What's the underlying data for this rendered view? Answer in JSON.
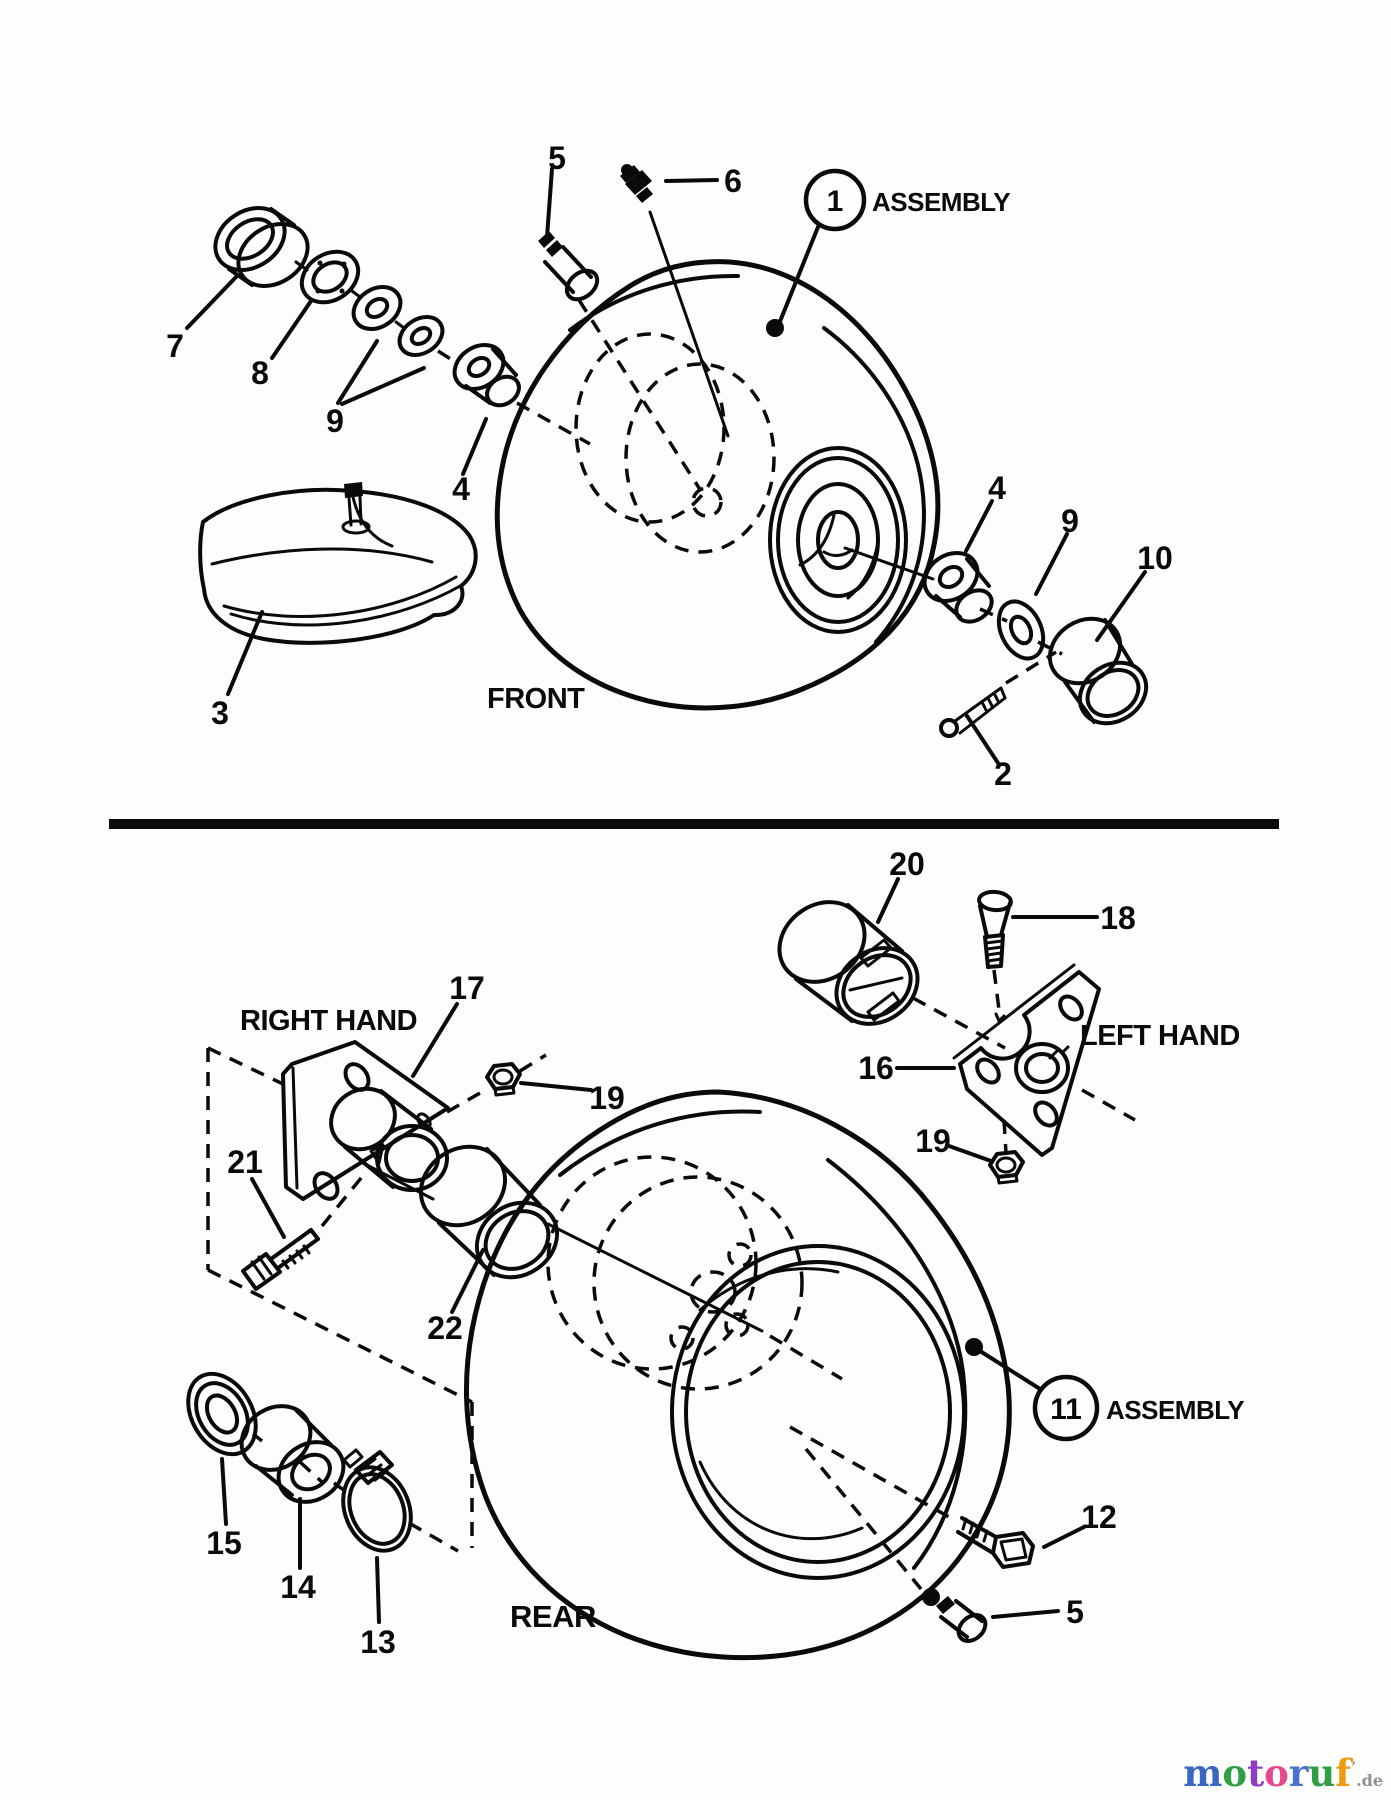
{
  "front_section": {
    "section_label": "FRONT",
    "assembly": {
      "number": "1",
      "label": "ASSEMBLY"
    },
    "parts": {
      "p2": "2",
      "p3": "3",
      "p4_left": "4",
      "p4_right": "4",
      "p5": "5",
      "p6": "6",
      "p7": "7",
      "p8": "8",
      "p9_left": "9",
      "p9_right": "9",
      "p10": "10"
    }
  },
  "rear_section": {
    "section_label": "REAR",
    "right_hand_label": "RIGHT HAND",
    "left_hand_label": "LEFT HAND",
    "assembly": {
      "number": "11",
      "label": "ASSEMBLY"
    },
    "parts": {
      "p5": "5",
      "p12": "12",
      "p13": "13",
      "p14": "14",
      "p15": "15",
      "p16": "16",
      "p17": "17",
      "p18": "18",
      "p19_left": "19",
      "p19_right": "19",
      "p20": "20",
      "p21": "21",
      "p22": "22"
    }
  },
  "watermark": {
    "letters": [
      {
        "ch": "m",
        "color": "#3b66c4"
      },
      {
        "ch": "o",
        "color": "#2f9e45"
      },
      {
        "ch": "t",
        "color": "#8d3ec5"
      },
      {
        "ch": "o",
        "color": "#e8468d"
      },
      {
        "ch": "r",
        "color": "#4a72d0"
      },
      {
        "ch": "u",
        "color": "#2f9e45"
      },
      {
        "ch": "f",
        "color": "#ef9a12"
      }
    ],
    "tick": "’",
    "suffix": ".de",
    "suffix_color": "#8f8f8f"
  },
  "colors": {
    "ink": "#0a0a0a",
    "background": "#fdfdfc"
  }
}
